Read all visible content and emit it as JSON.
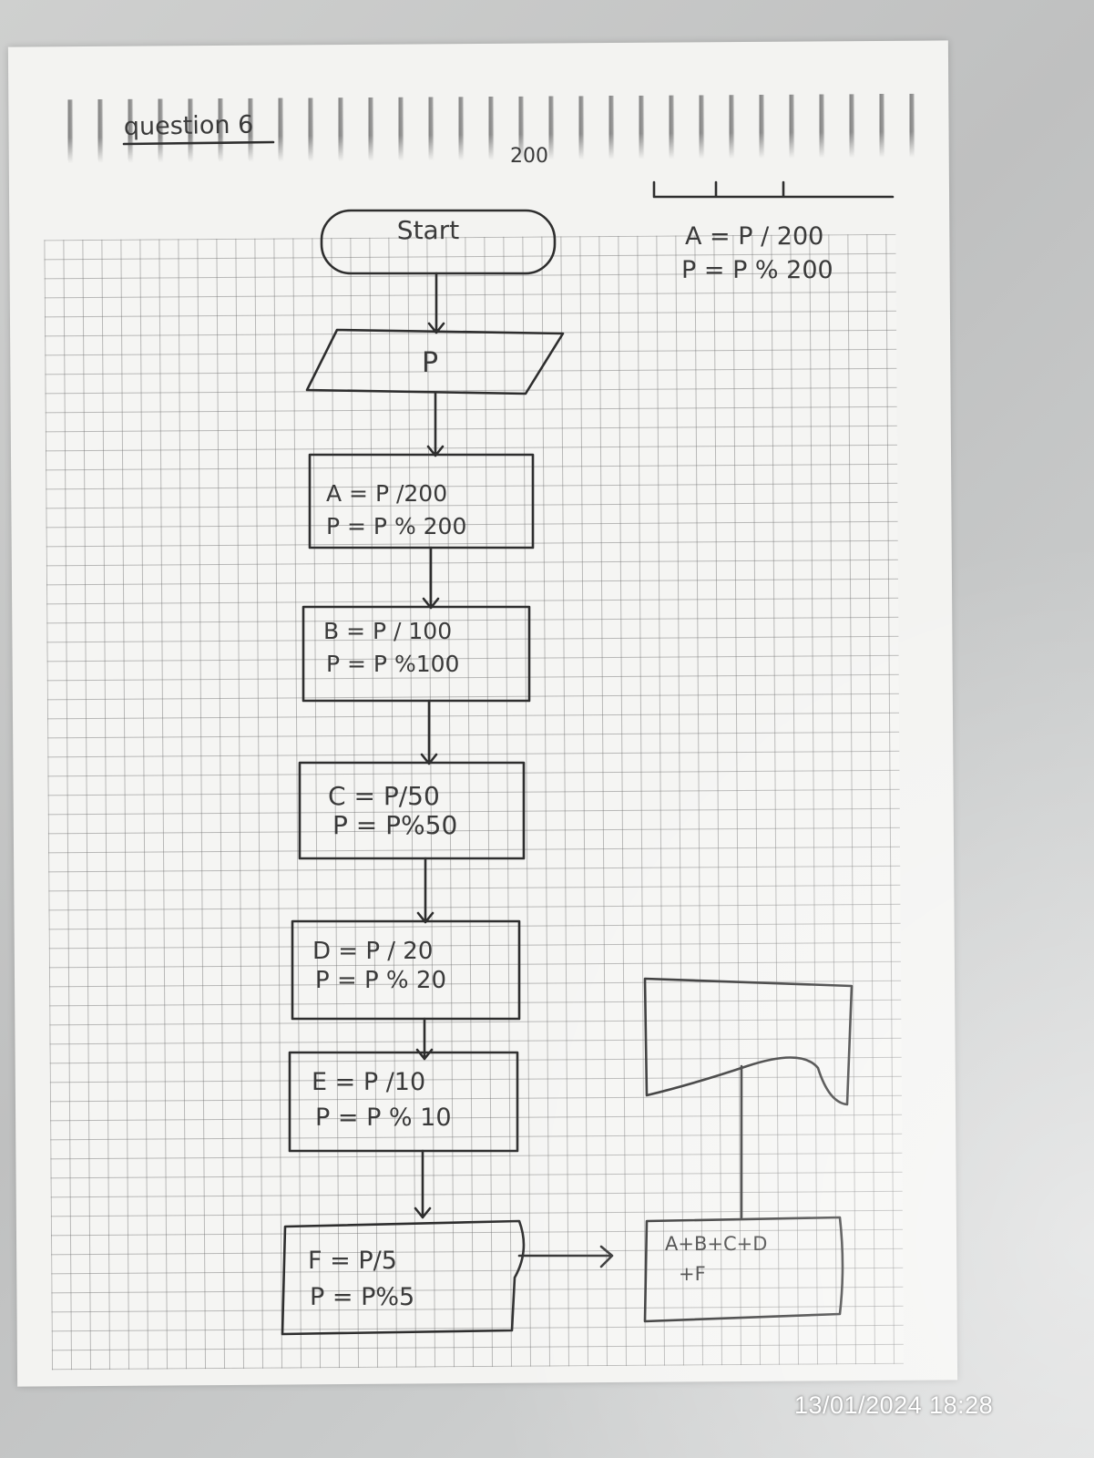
{
  "page": {
    "title": "question 6",
    "top_note": "200",
    "side_note_lines": [
      "A = P / 200",
      "P = P % 200"
    ]
  },
  "flowchart": {
    "start_label": "Start",
    "input_label": "P",
    "steps": [
      {
        "line1": "A = P /200",
        "line2": "P = P % 200"
      },
      {
        "line1": "B = P / 100",
        "line2": "P = P %100"
      },
      {
        "line1": "C = P/50",
        "line2": "P = P%50"
      },
      {
        "line1": "D = P / 20",
        "line2": "P = P % 20"
      },
      {
        "line1": "E = P /10",
        "line2": "P = P % 10"
      },
      {
        "line1": "F = P/5",
        "line2": "P = P%5"
      }
    ],
    "output_lines": [
      "A+B+C+D",
      "+F"
    ]
  },
  "photo": {
    "timestamp": "13/01/2024  18:28"
  }
}
